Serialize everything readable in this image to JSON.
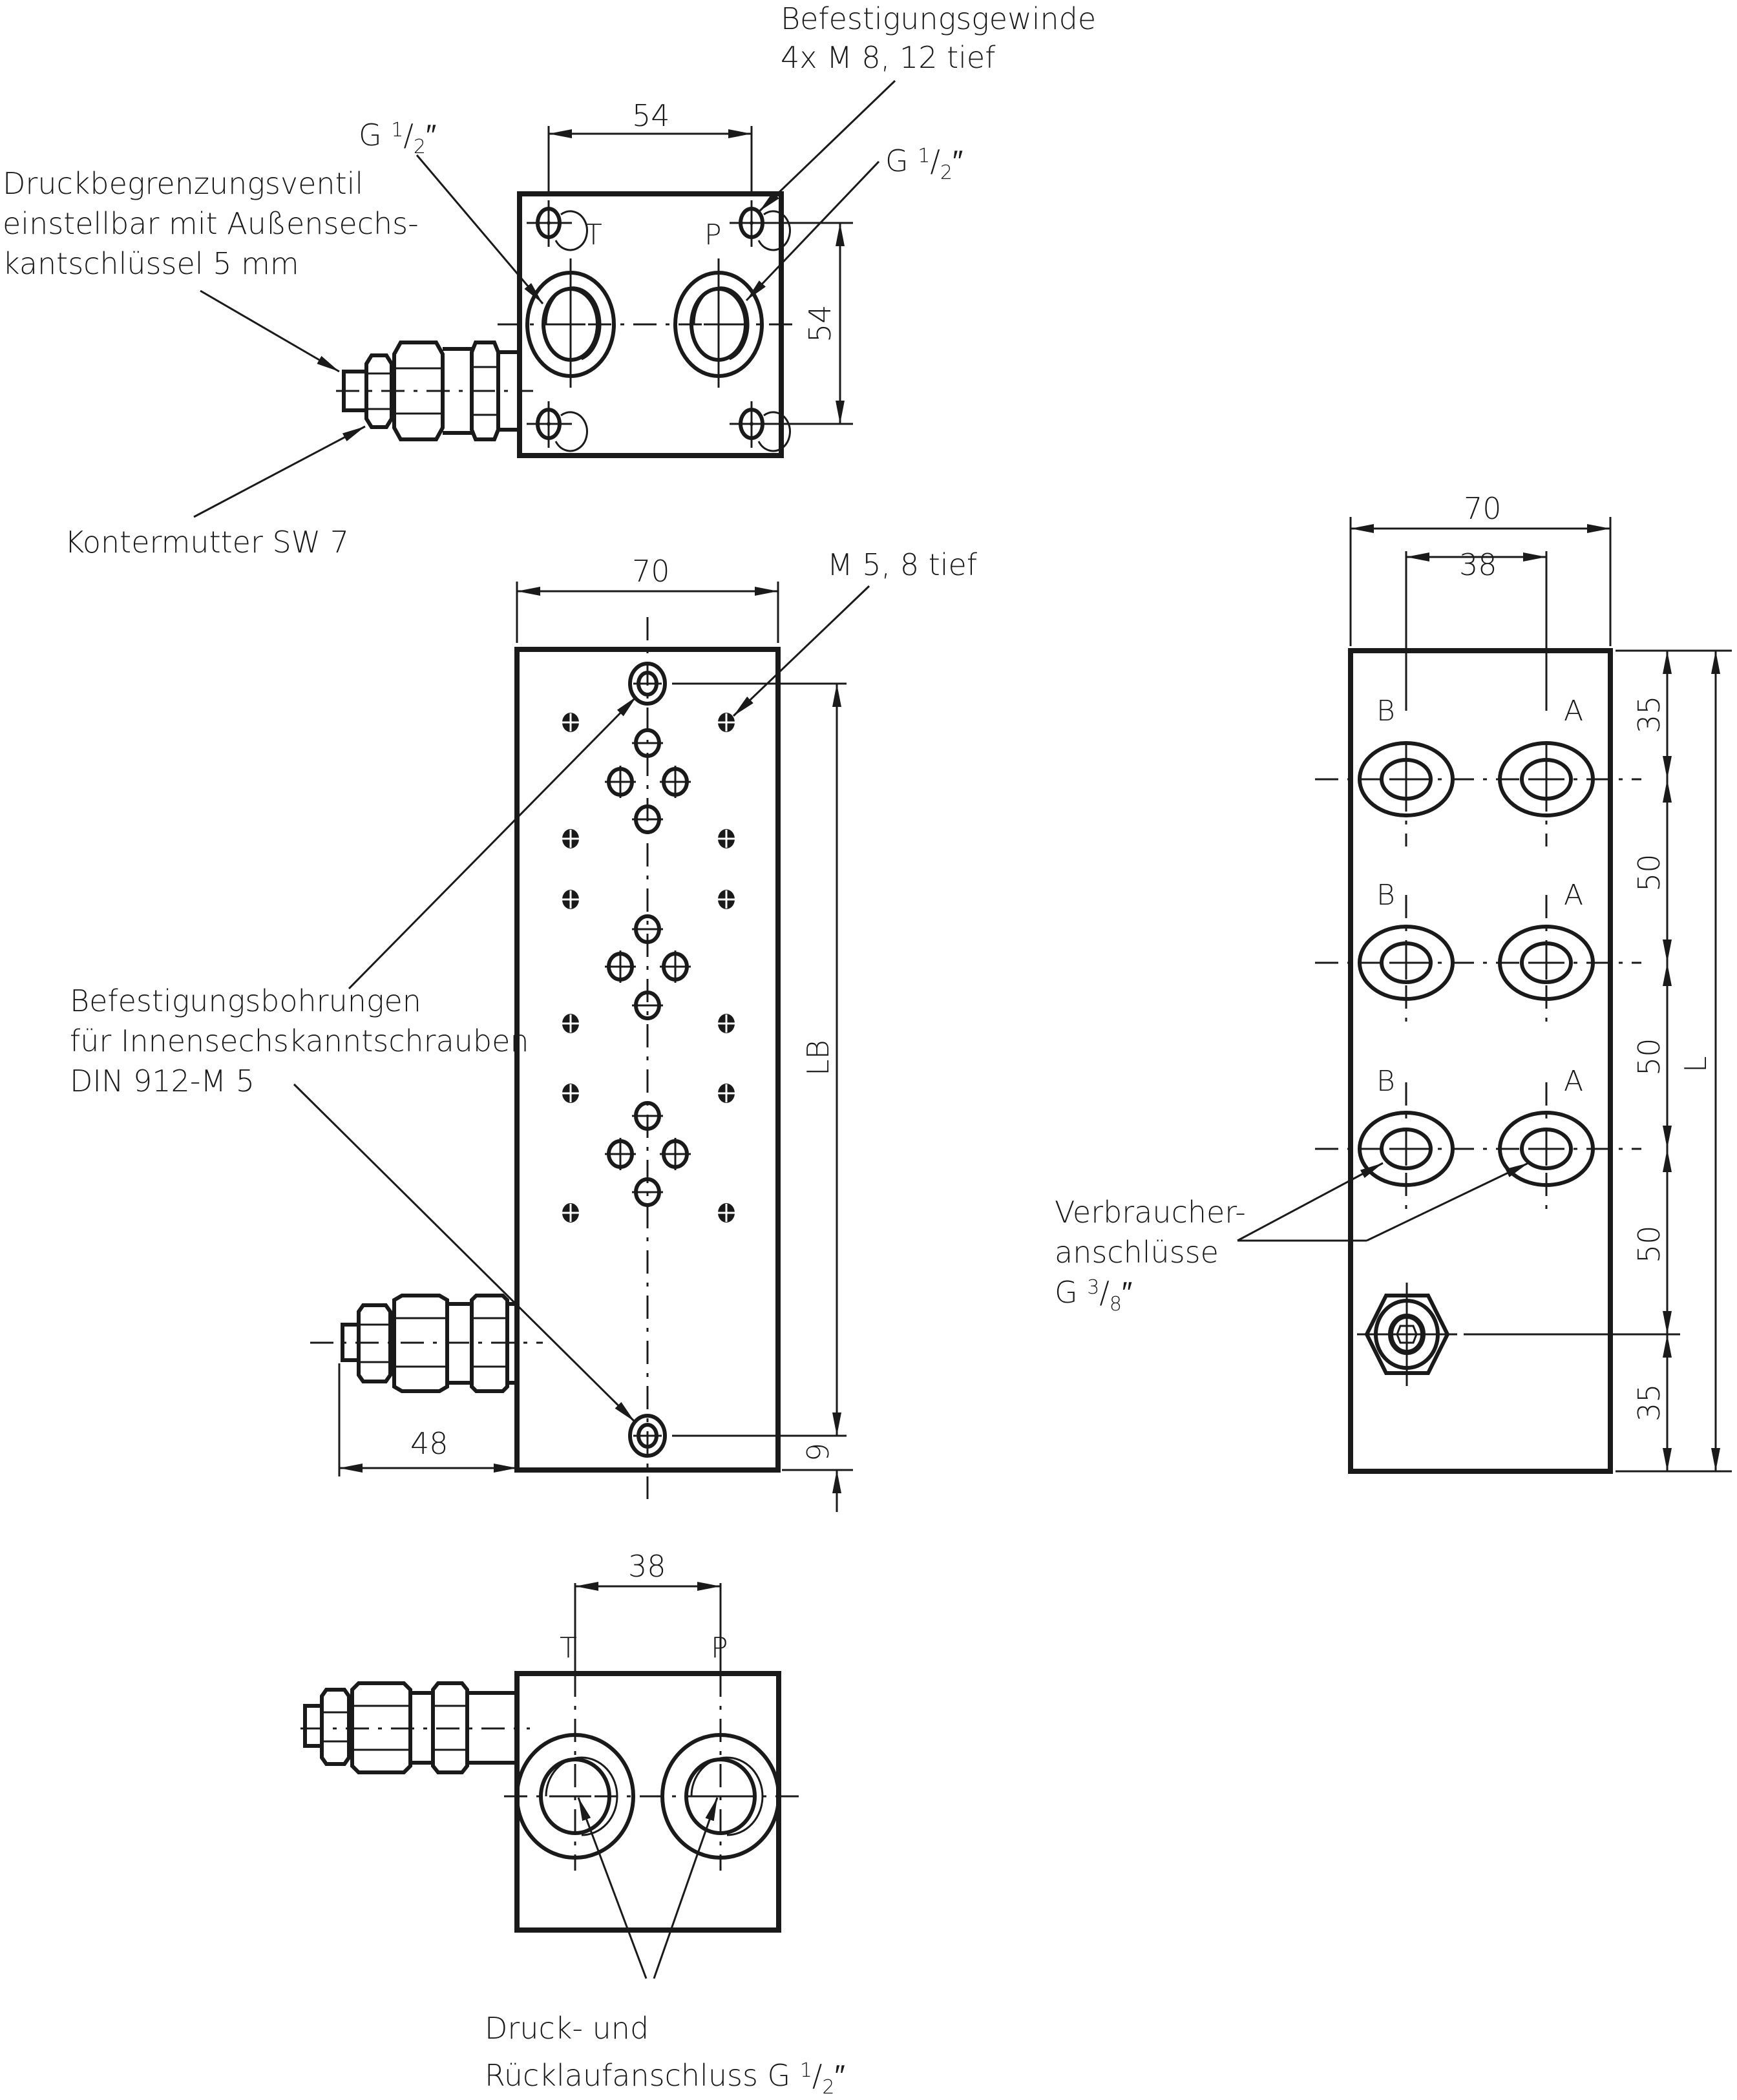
{
  "drawing": {
    "colors": {
      "ink": "#1a1a1a",
      "background": "#ffffff"
    },
    "top_view": {
      "callout_mounting_thread": [
        "Befestigungsgewinde",
        "4x M 8, 12 tief"
      ],
      "callout_g_half_left": {
        "main": "G ",
        "num": "1",
        "den": "2",
        "suffix": "″"
      },
      "callout_g_half_right": {
        "main": "G ",
        "num": "1",
        "den": "2",
        "suffix": "″"
      },
      "callout_relief_valve": [
        "Druckbegrenzungsventil",
        "einstellbar mit Außensechs-",
        "kantschlüssel 5 mm"
      ],
      "callout_locknut": "Kontermutter SW 7",
      "dim_width": "54",
      "dim_height": "54",
      "port_t": "T",
      "port_p": "P"
    },
    "front_view": {
      "dim_width": "70",
      "callout_m5": "M 5, 8 tief",
      "callout_mounting_holes": [
        "Befestigungsbohrungen",
        "für Innensechskanntschrauben",
        "DIN 912-M 5"
      ],
      "dim_length": "LB",
      "dim_offset": "9",
      "dim_valve": "48"
    },
    "side_view": {
      "dim_width": "70",
      "dim_port_spacing": "38",
      "port_labels": [
        {
          "left": "B",
          "right": "A"
        },
        {
          "left": "B",
          "right": "A"
        },
        {
          "left": "B",
          "right": "A"
        }
      ],
      "dim_segments": [
        "35",
        "50",
        "50",
        "50",
        "35"
      ],
      "dim_total": "L",
      "callout_consumer": {
        "lines": [
          "Verbraucher-",
          "anschlüsse"
        ],
        "main": "G ",
        "num": "3",
        "den": "8",
        "suffix": "″"
      }
    },
    "bottom_view": {
      "dim_port_spacing": "38",
      "port_t": "T",
      "port_p": "P",
      "callout_ports": {
        "line1": "Druck- und",
        "line2": "Rücklaufanschluss G ",
        "num": "1",
        "den": "2",
        "suffix": "″"
      }
    }
  }
}
